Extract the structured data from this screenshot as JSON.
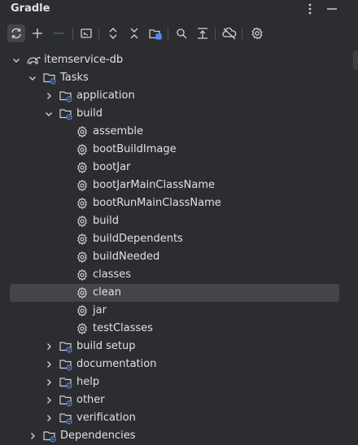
{
  "panel": {
    "title": "Gradle"
  },
  "header_icons": [
    "more-options-icon",
    "minimize-icon"
  ],
  "toolbar": {
    "buttons": [
      {
        "name": "reload-icon",
        "active": true
      },
      {
        "name": "add-icon",
        "active": false
      },
      {
        "name": "remove-icon",
        "active": false
      },
      {
        "name": "run-task-icon",
        "active": false
      },
      {
        "name": "expand-all-icon",
        "active": false
      },
      {
        "name": "collapse-all-icon",
        "active": false
      },
      {
        "name": "execute-task-icon",
        "active": false
      },
      {
        "name": "analyze-dependencies-icon",
        "active": false
      },
      {
        "name": "show-hierarchy-icon",
        "active": false
      },
      {
        "name": "offline-mode-icon",
        "active": false
      },
      {
        "name": "settings-icon",
        "active": false
      }
    ]
  },
  "tree": {
    "project": {
      "label": "itemservice-db"
    },
    "tasks": {
      "label": "Tasks"
    },
    "groups": [
      {
        "label": "application",
        "expanded": false
      },
      {
        "label": "build",
        "expanded": true,
        "tasks": [
          "assemble",
          "bootBuildImage",
          "bootJar",
          "bootJarMainClassName",
          "bootRunMainClassName",
          "build",
          "buildDependents",
          "buildNeeded",
          "classes",
          "clean",
          "jar",
          "testClasses"
        ],
        "selected": "clean"
      },
      {
        "label": "build setup",
        "expanded": false
      },
      {
        "label": "documentation",
        "expanded": false
      },
      {
        "label": "help",
        "expanded": false
      },
      {
        "label": "other",
        "expanded": false
      },
      {
        "label": "verification",
        "expanded": false
      }
    ],
    "dependencies": {
      "label": "Dependencies"
    }
  },
  "colors": {
    "background": "#2b2d30",
    "selection": "#43454a",
    "text": "#dfe1e5",
    "icon": "#ced0d6",
    "gradle_accent": "#548af7"
  }
}
